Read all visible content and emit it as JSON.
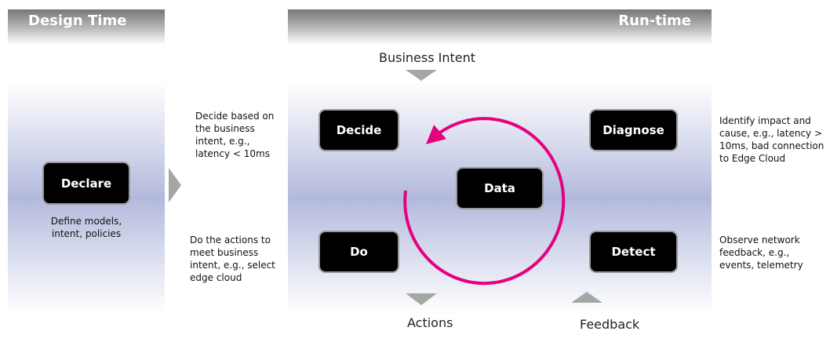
{
  "design_time": {
    "title": "Design Time",
    "declare": "Declare",
    "declare_note": "Define models, intent, policies"
  },
  "run_time": {
    "title": "Run-time",
    "business_intent": "Business Intent",
    "actions": "Actions",
    "feedback": "Feedback",
    "boxes": {
      "decide": "Decide",
      "diagnose": "Diagnose",
      "data": "Data",
      "do": "Do",
      "detect": "Detect"
    }
  },
  "notes": {
    "decide": "Decide based on the business intent, e.g., latency < 10ms",
    "do": "Do the actions to meet business intent, e.g., select edge cloud",
    "diagnose": "Identify impact and cause, e.g., latency > 10ms, bad connection to Edge Cloud",
    "detect": "Observe network feedback, e.g., events, telemetry"
  },
  "colors": {
    "cycle_arrow": "#e6007e",
    "chevron": "#a3a8a5"
  }
}
